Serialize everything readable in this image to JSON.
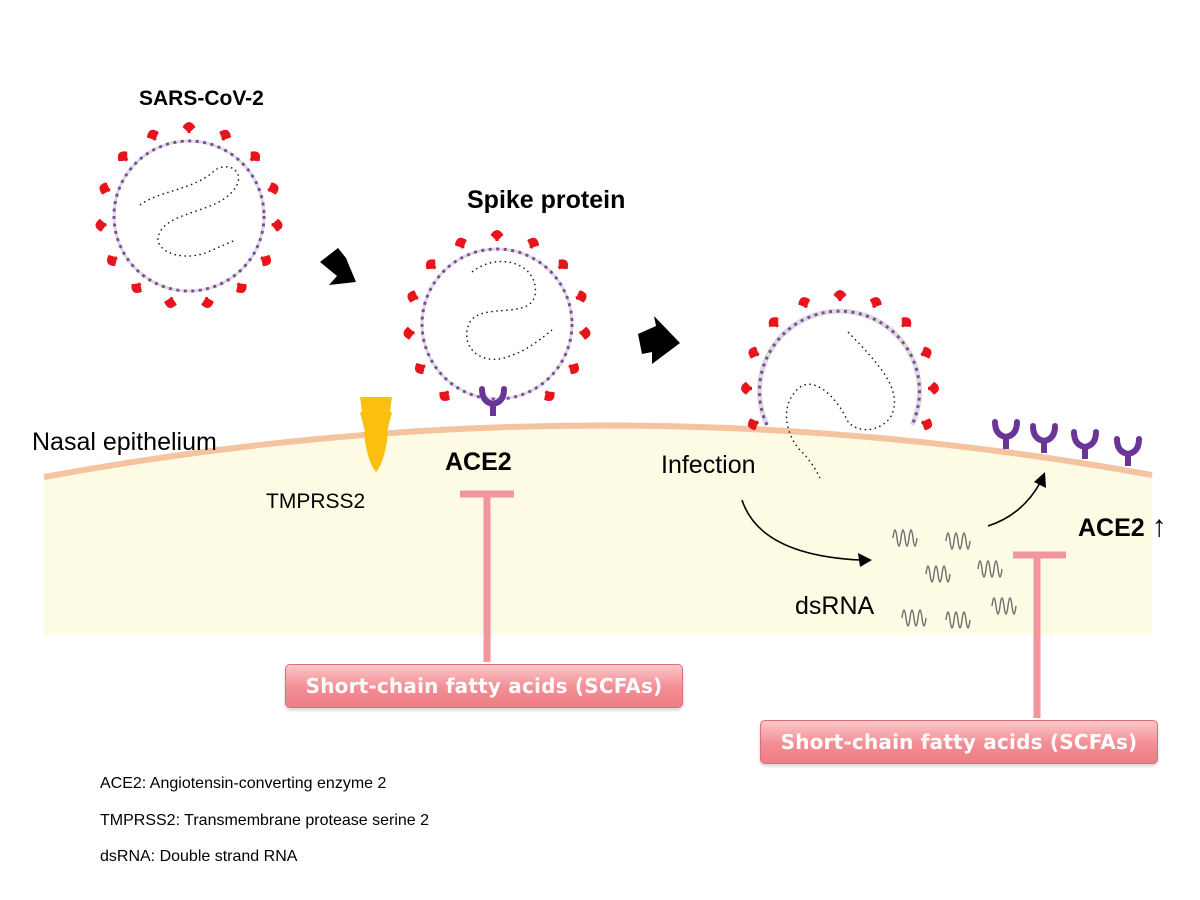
{
  "diagram": {
    "virus_label": "SARS-CoV-2",
    "spike_label": "Spike protein",
    "tissue_label": "Nasal epithelium",
    "tmprss2_label": "TMPRSS2",
    "ace2_label": "ACE2",
    "infection_label": "Infection",
    "dsrna_label": "dsRNA",
    "ace2_up_label": "ACE2",
    "ace2_up_arrow": "↑",
    "scfa_box_1": "Short-chain fatty acids (SCFAs)",
    "scfa_box_2": "Short-chain fatty acids (SCFAs)"
  },
  "legend": [
    "ACE2: Angiotensin-converting enzyme 2",
    "TMPRSS2: Transmembrane protease serine 2",
    "dsRNA: Double strand RNA"
  ],
  "colors": {
    "cell_fill": "#fefbe4",
    "membrane": "#f4c39f",
    "spike": "#e8141c",
    "virus_envelope": "#dcdcdc",
    "ace2_receptor": "#6a3596",
    "tmprss2": "#fbbf10",
    "inhibition": "#f2959c"
  }
}
